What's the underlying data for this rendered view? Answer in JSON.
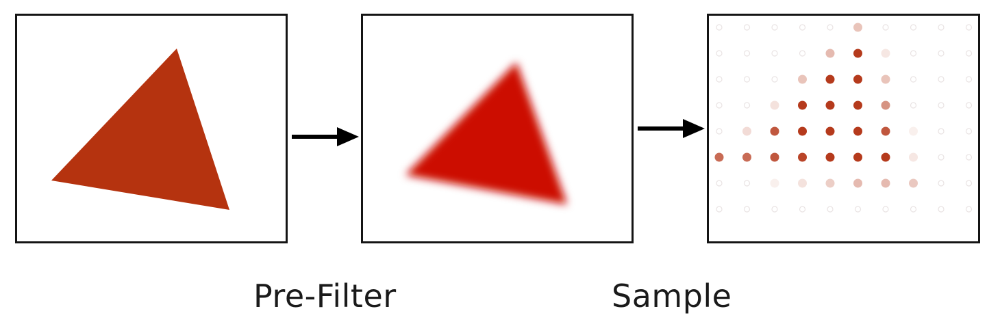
{
  "captions": {
    "prefilter": "Pre-Filter",
    "sample": "Sample"
  },
  "colors": {
    "triangle_original": "#b5330f",
    "triangle_filtered": "#cc1100",
    "frame": "#141414",
    "arrow": "#000000"
  },
  "sample_grid": {
    "columns": 10,
    "rows": 8,
    "base_color": "#b53a1c",
    "intensity": [
      [
        0,
        0,
        0,
        0,
        0,
        0.3,
        0,
        0,
        0,
        0
      ],
      [
        0,
        0,
        0,
        0,
        0.35,
        1.0,
        0.12,
        0,
        0,
        0
      ],
      [
        0,
        0,
        0,
        0.3,
        1.0,
        1.0,
        0.3,
        0,
        0,
        0
      ],
      [
        0,
        0,
        0.15,
        1.0,
        1.0,
        1.0,
        0.55,
        0,
        0,
        0
      ],
      [
        0,
        0.18,
        0.85,
        1.0,
        1.0,
        1.0,
        0.85,
        0.06,
        0,
        0
      ],
      [
        0.75,
        0.75,
        0.85,
        0.95,
        1.0,
        1.0,
        1.0,
        0.12,
        0,
        0
      ],
      [
        0,
        0,
        0.04,
        0.15,
        0.25,
        0.35,
        0.35,
        0.28,
        0,
        0
      ],
      [
        0,
        0,
        0,
        0,
        0,
        0,
        0,
        0,
        0,
        0
      ]
    ]
  }
}
